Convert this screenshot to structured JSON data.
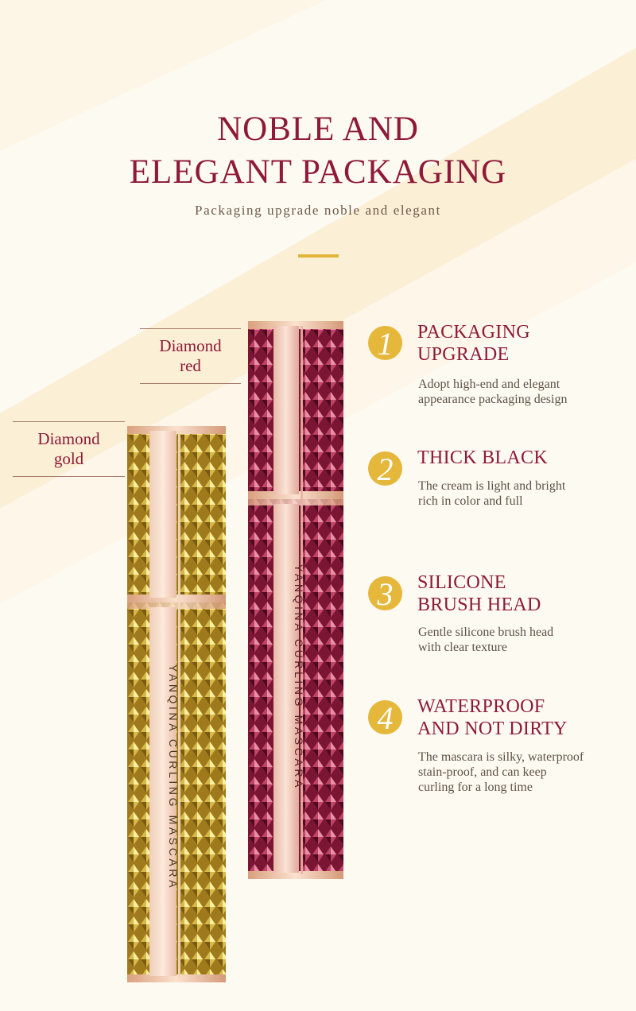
{
  "header": {
    "title_line1": "NOBLE AND",
    "title_line2": "ELEGANT PACKAGING",
    "subtitle": "Packaging upgrade noble and elegant"
  },
  "variants": [
    {
      "line1": "Diamond",
      "line2": "red"
    },
    {
      "line1": "Diamond",
      "line2": "gold"
    }
  ],
  "product_text": "YANQINA  CURLING MASCARA",
  "features": [
    {
      "num": "1",
      "title_line1": "PACKAGING",
      "title_line2": "UPGRADE",
      "desc_line1": "Adopt high-end and elegant",
      "desc_line2": "appearance packaging design"
    },
    {
      "num": "2",
      "title_line1": "THICK BLACK",
      "title_line2": "",
      "desc_line1": "The cream is light and bright",
      "desc_line2": "rich in color and full"
    },
    {
      "num": "3",
      "title_line1": "SILICONE",
      "title_line2": "BRUSH HEAD",
      "desc_line1": "Gentle silicone brush head",
      "desc_line2": "with clear texture"
    },
    {
      "num": "4",
      "title_line1": "WATERPROOF",
      "title_line2": "AND NOT DIRTY",
      "desc_line1": "The mascara is silky, waterproof",
      "desc_line2": "stain-proof, and can keep",
      "desc_line3": "curling for a long time"
    }
  ],
  "colors": {
    "accent_red": "#8e1a37",
    "gold": "#e5b73b",
    "background": "#fdfaf1",
    "diagonal_band": "#fbefd6"
  }
}
